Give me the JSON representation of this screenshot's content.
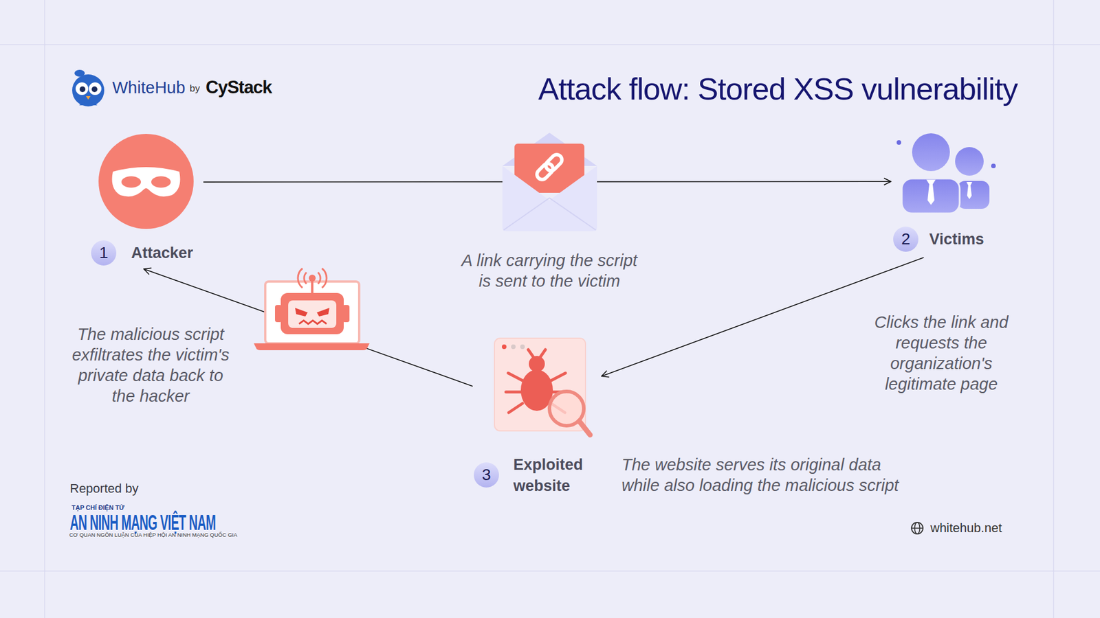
{
  "diagram": {
    "title": "Attack flow: Stored XSS vulnerability",
    "nodes": [
      {
        "text": [
          "1",
          "Attacker"
        ]
      },
      {
        "text": [
          "2",
          "Victims"
        ]
      },
      {
        "text": [
          "3",
          "Exploited website"
        ]
      }
    ],
    "edges": [
      {
        "from": 0,
        "to": 1,
        "arrow": "to",
        "label": "A link carrying the script is sent to the victim"
      },
      {
        "from": 1,
        "to": 2,
        "arrow": "to",
        "label": "Clicks the link and requests the organization's legitimate page"
      },
      {
        "from": 2,
        "to": 0,
        "arrow": "to",
        "label": "The malicious script exfiltrates the victim's private data back to the hacker"
      }
    ],
    "labels": [
      "WhiteHub",
      "by",
      "CyStack",
      "The website serves its original data while also loading the malicious script",
      "Reported by",
      "TẠP CHÍ ĐIỆN TỬ",
      "AN NINH MẠNG VIỆT NAM",
      "CƠ QUAN NGÔN LUẬN CỦA HIỆP HỘI AN NINH MẠNG QUỐC GIA",
      "whitehub.net"
    ]
  }
}
